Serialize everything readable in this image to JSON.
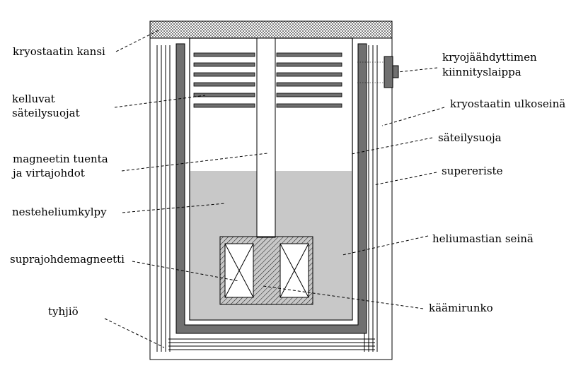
{
  "labels": {
    "kansi": "kryostaatin kansi",
    "kelluvat_1": "kelluvat",
    "kelluvat_2": "säteilysuojat",
    "tuenta_1": "magneetin tuenta",
    "tuenta_2": "ja virtajohdot",
    "kylpy": "nesteheliumkylpy",
    "magneetti": "suprajohdemagneetti",
    "tyhjio": "tyhjiö",
    "laippa_1": "kryojäähdyttimen",
    "laippa_2": "kiinnityslaippa",
    "ulkoseina": "kryostaatin ulkoseinä",
    "suoja": "säteilysuoja",
    "eriste": "supereriste",
    "astia": "heliumastian seinä",
    "runko": "käämirunko"
  },
  "colors": {
    "helium": "#c8c8c8",
    "shield": "#707070",
    "outline": "#000000",
    "lid_hatch": "#000000"
  }
}
